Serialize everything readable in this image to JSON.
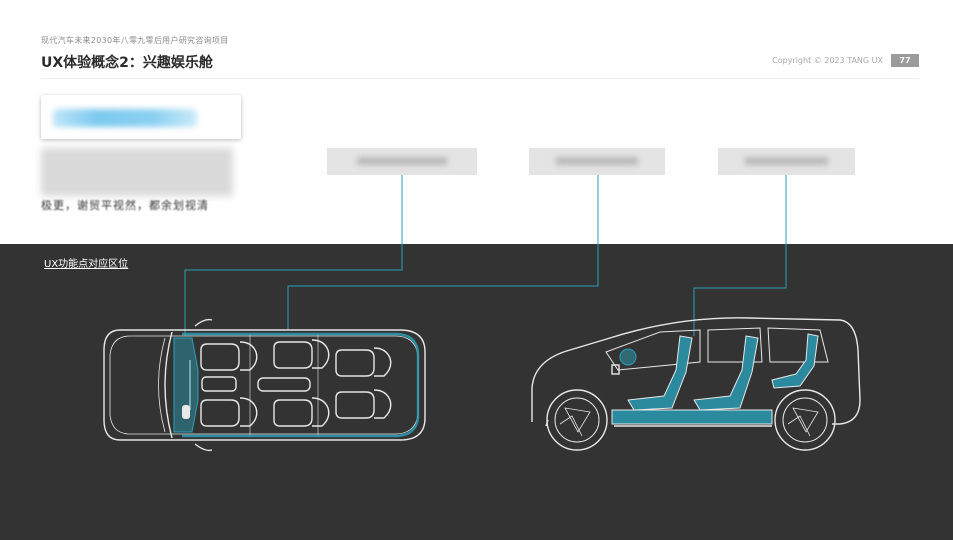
{
  "header": {
    "subtitle": "现代汽车未来2030年八零九零后用户研究咨询项目",
    "title": "UX体验概念2：兴趣娱乐舱",
    "copyright": "Copyright © 2023 TANG UX",
    "page_number": "77"
  },
  "body": {
    "partial_text": "极更，谢贸平视然，都余划视清",
    "section_label": "UX功能点对应区位"
  },
  "colors": {
    "accent": "#2a9fb6",
    "dark_background": "#333333",
    "highlight_fill": "#2b8a9e"
  },
  "icons": {
    "top_view_car": "car-top-view-icon",
    "side_view_car": "car-side-view-icon"
  }
}
